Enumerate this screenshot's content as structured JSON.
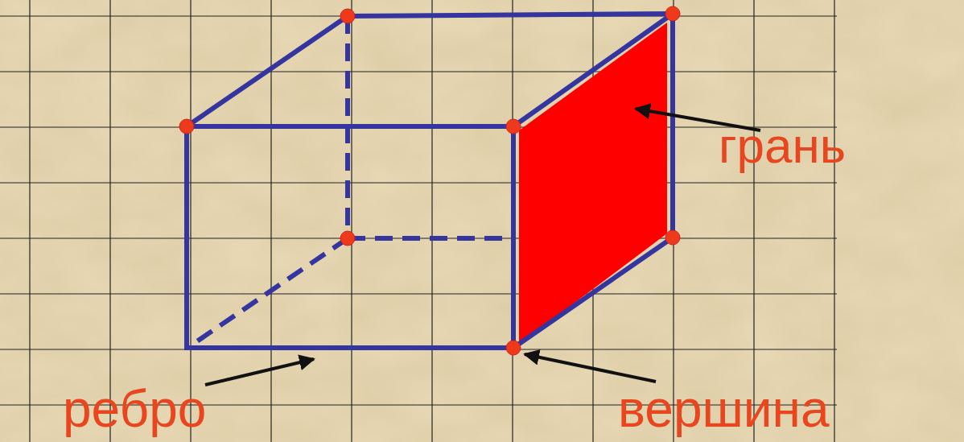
{
  "diagram": {
    "labels": [
      "грань",
      "ребро",
      "вершина"
    ]
  }
}
